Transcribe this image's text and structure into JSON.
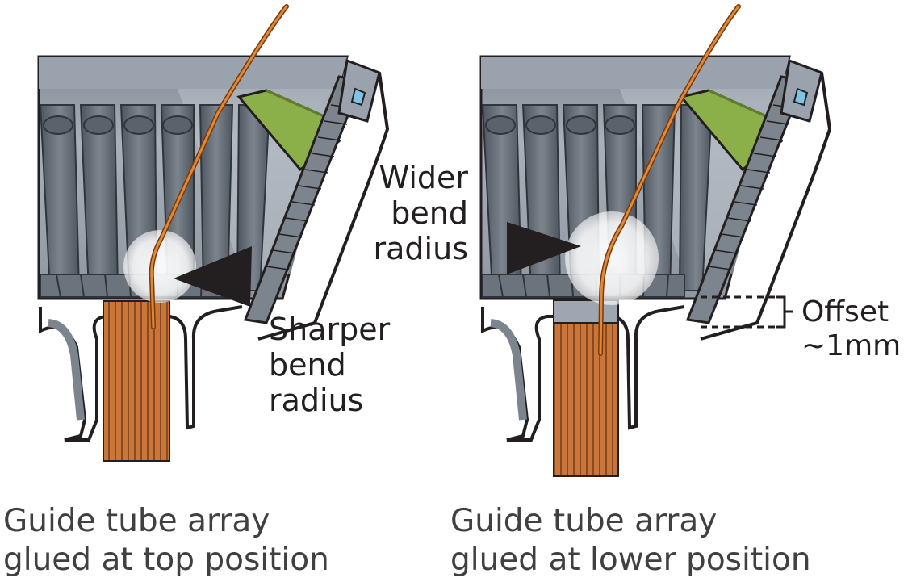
{
  "left_panel": {
    "annotation": [
      "Sharper",
      "bend",
      "radius"
    ],
    "caption": [
      "Guide tube array",
      "glued at top position"
    ]
  },
  "right_panel": {
    "annotation": [
      "Wider",
      "bend",
      "radius"
    ],
    "offset_label": [
      "Offset",
      "~1mm"
    ],
    "caption": [
      "Guide tube array",
      "glued at lower position"
    ]
  },
  "colors": {
    "housing": "#9ea7b1",
    "housing_dark": "#5f6770",
    "green_part": "#8bb04a",
    "copper": "#c8763a",
    "wire": "#c96b1c",
    "text": "#231f20"
  }
}
